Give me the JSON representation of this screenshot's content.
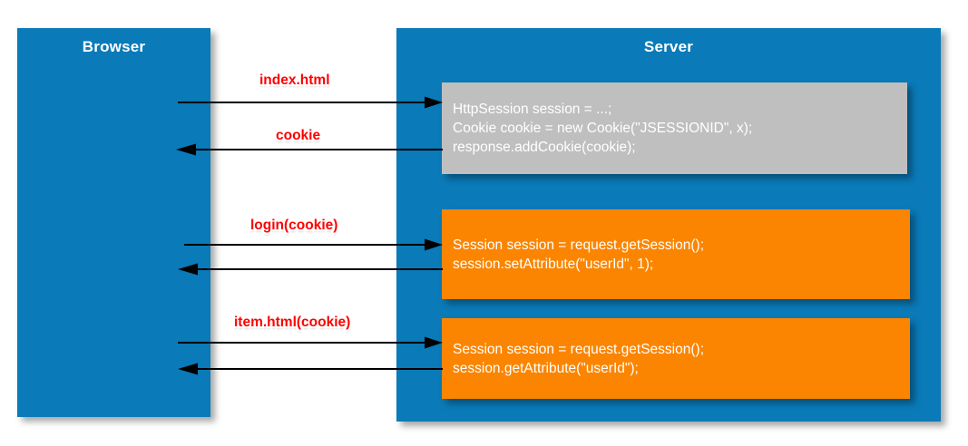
{
  "diagram": {
    "title_browser": "Browser",
    "title_server": "Server",
    "colors": {
      "panel_blue": "#0a7ab8",
      "code_gray": "#bfbfbf",
      "code_orange": "#fb8500",
      "label_red": "#ff0000",
      "text_white": "#ffffff",
      "arrow_black": "#000000",
      "background": "#ffffff"
    },
    "participants": [
      {
        "name": "browser",
        "label": "Browser"
      },
      {
        "name": "server",
        "label": "Server"
      }
    ],
    "messages": [
      {
        "name": "index-html",
        "label": "index.html",
        "direction": "browser-to-server"
      },
      {
        "name": "cookie",
        "label": "cookie",
        "direction": "server-to-browser"
      },
      {
        "name": "login-cookie",
        "label": "login(cookie)",
        "direction": "browser-to-server"
      },
      {
        "name": "login-response",
        "label": "",
        "direction": "server-to-browser"
      },
      {
        "name": "item-html-cookie",
        "label": "item.html(cookie)",
        "direction": "browser-to-server"
      },
      {
        "name": "item-response",
        "label": "",
        "direction": "server-to-browser"
      }
    ],
    "code_blocks": [
      {
        "name": "session-create",
        "style": "gray",
        "lines": [
          "HttpSession session = ...;",
          "Cookie cookie = new Cookie(\"JSESSIONID\", x);",
          "response.addCookie(cookie);"
        ]
      },
      {
        "name": "session-set-attribute",
        "style": "orange",
        "lines": [
          "Session session = request.getSession();",
          "session.setAttribute(\"userId\", 1);"
        ]
      },
      {
        "name": "session-get-attribute",
        "style": "orange",
        "lines": [
          "Session session = request.getSession();",
          "session.getAttribute(\"userId\");"
        ]
      }
    ]
  }
}
